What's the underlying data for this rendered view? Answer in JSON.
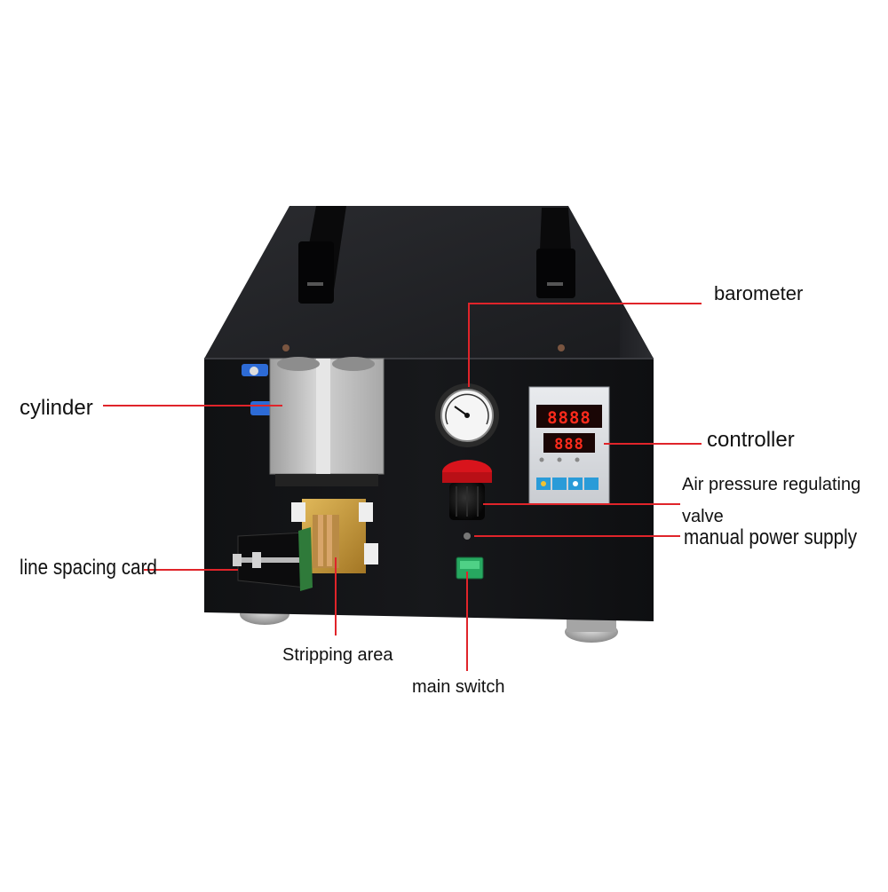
{
  "labels": {
    "barometer": "barometer",
    "cylinder": "cylinder",
    "controller": "controller",
    "air_valve_line1": "Air pressure regulating",
    "air_valve_line2": "valve",
    "manual_power": "manual power supply",
    "line_spacing": "line spacing card",
    "stripping_area": "Stripping area",
    "main_switch": "main switch"
  },
  "controller_display": {
    "top": "8888",
    "bottom": "888"
  },
  "colors": {
    "leader_line": "#e0242a",
    "machine_body": "#141416",
    "cylinder_metal": "#bdbdbd",
    "brass": "#c89b3c",
    "switch_green": "#27a860",
    "display_red": "#ff2b1c",
    "panel_silver": "#dcdfe3",
    "valve_red": "#d8141c"
  }
}
